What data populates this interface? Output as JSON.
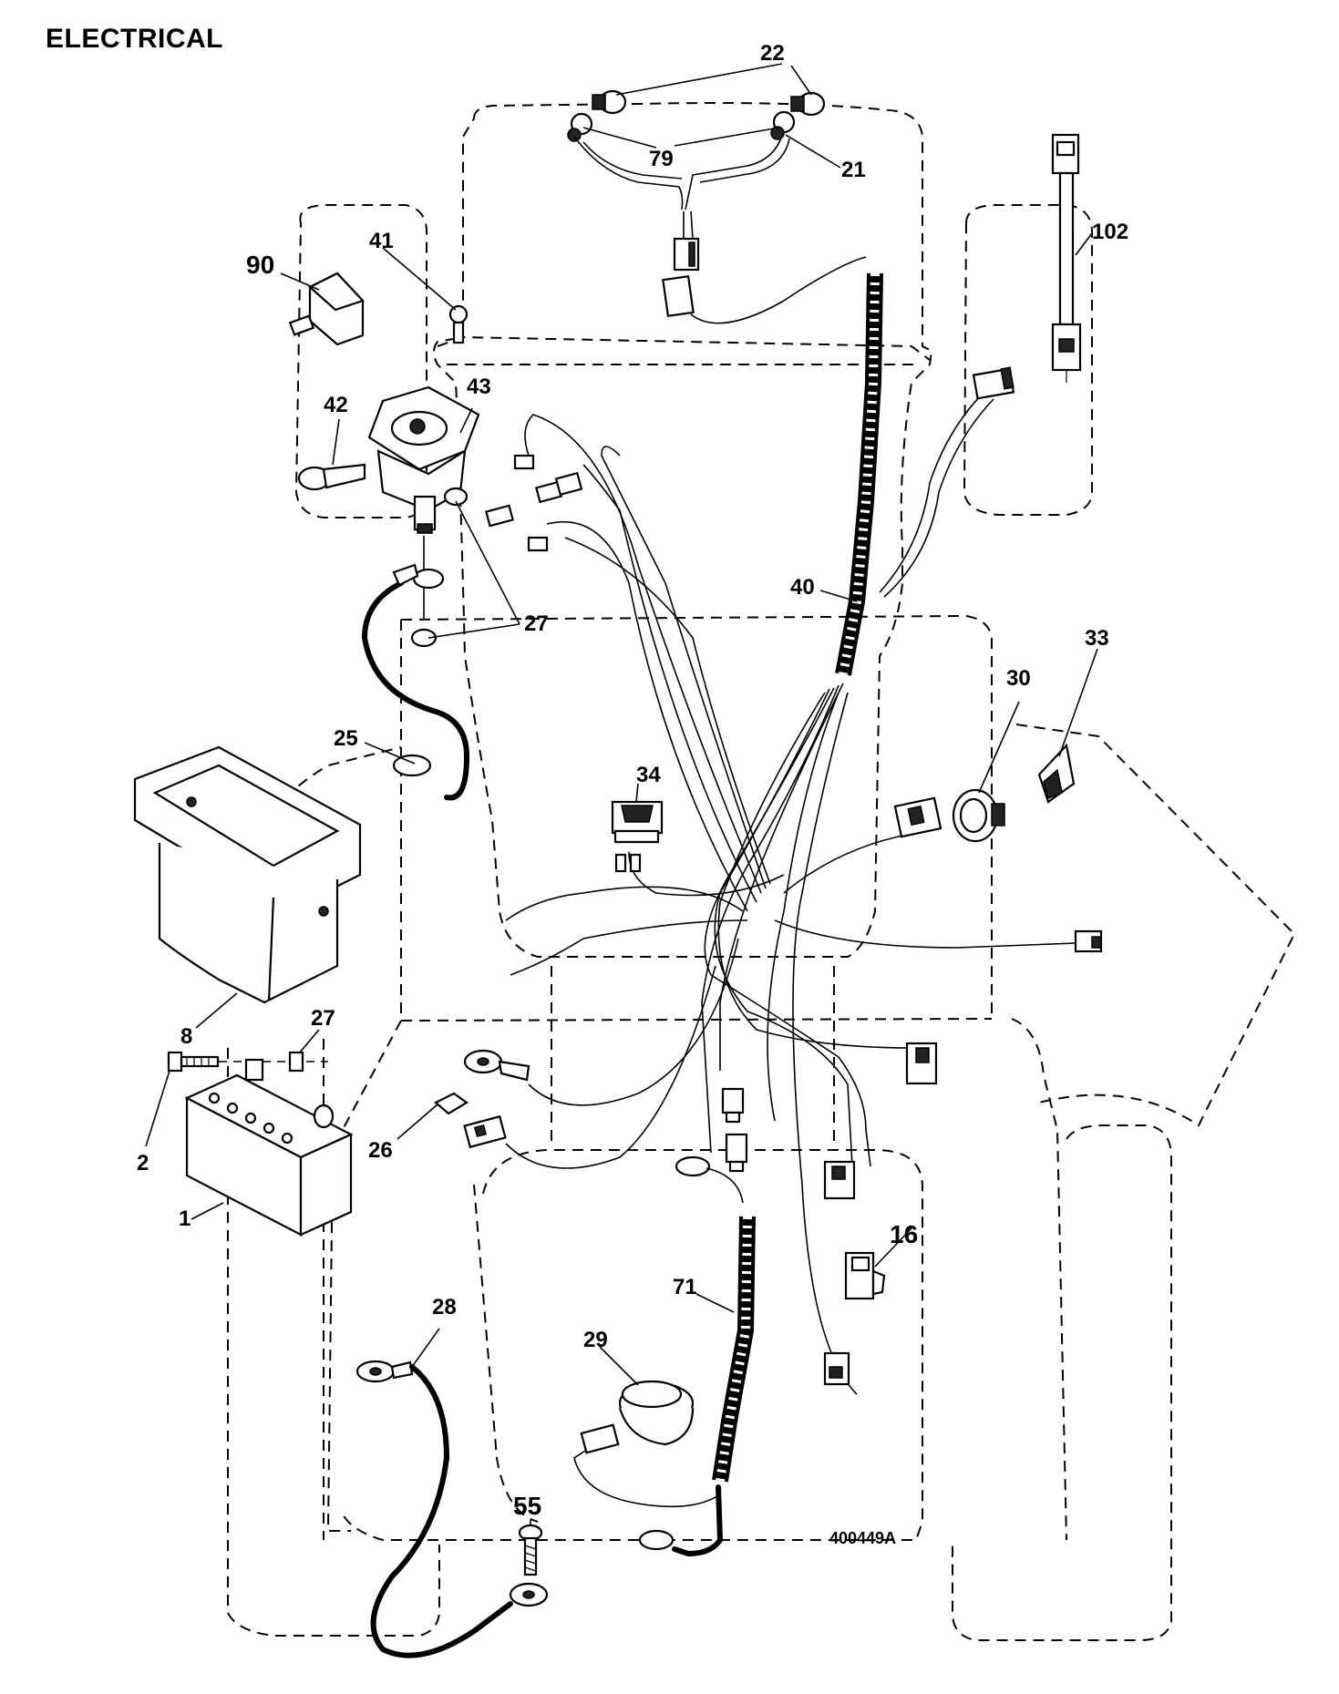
{
  "title": "ELECTRICAL",
  "drawing_number": "400449A",
  "callouts": [
    {
      "id": "callout-22",
      "label": "22"
    },
    {
      "id": "callout-79",
      "label": "79"
    },
    {
      "id": "callout-21",
      "label": "21"
    },
    {
      "id": "callout-102",
      "label": "102"
    },
    {
      "id": "callout-41",
      "label": "41"
    },
    {
      "id": "callout-90",
      "label": "90"
    },
    {
      "id": "callout-42",
      "label": "42"
    },
    {
      "id": "callout-43",
      "label": "43"
    },
    {
      "id": "callout-40",
      "label": "40"
    },
    {
      "id": "callout-27a",
      "label": "27"
    },
    {
      "id": "callout-25",
      "label": "25"
    },
    {
      "id": "callout-33",
      "label": "33"
    },
    {
      "id": "callout-30",
      "label": "30"
    },
    {
      "id": "callout-34",
      "label": "34"
    },
    {
      "id": "callout-8",
      "label": "8"
    },
    {
      "id": "callout-27b",
      "label": "27"
    },
    {
      "id": "callout-2",
      "label": "2"
    },
    {
      "id": "callout-26",
      "label": "26"
    },
    {
      "id": "callout-1",
      "label": "1"
    },
    {
      "id": "callout-16",
      "label": "16"
    },
    {
      "id": "callout-71",
      "label": "71"
    },
    {
      "id": "callout-28",
      "label": "28"
    },
    {
      "id": "callout-29",
      "label": "29"
    },
    {
      "id": "callout-55",
      "label": "55"
    }
  ]
}
